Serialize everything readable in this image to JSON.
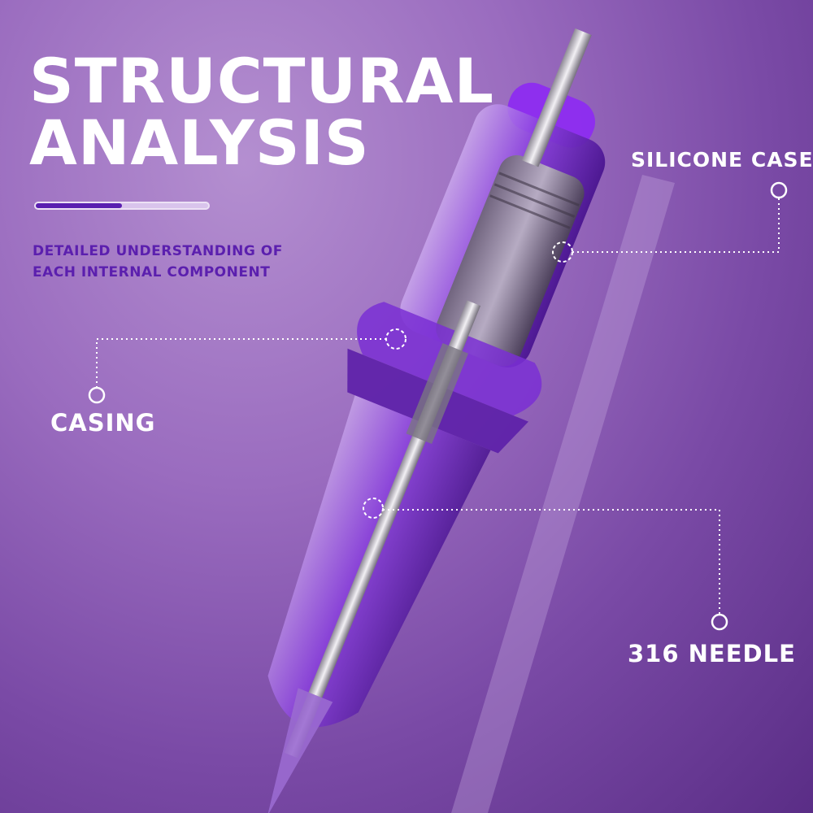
{
  "header": {
    "title_line1": "STRUCTURAL",
    "title_line2": "ANALYSIS",
    "progress_fraction": 0.5,
    "subtitle_line1": "DETAILED UNDERSTANDING OF",
    "subtitle_line2": "EACH INTERNAL COMPONENT"
  },
  "callouts": {
    "silicone_case": "SILICONE CASE",
    "casing": "CASING",
    "needle": "316 NEEDLE"
  },
  "colors": {
    "background": "#8f5fb8",
    "accent_dark_purple": "#5a1fb0",
    "text": "#ffffff"
  }
}
